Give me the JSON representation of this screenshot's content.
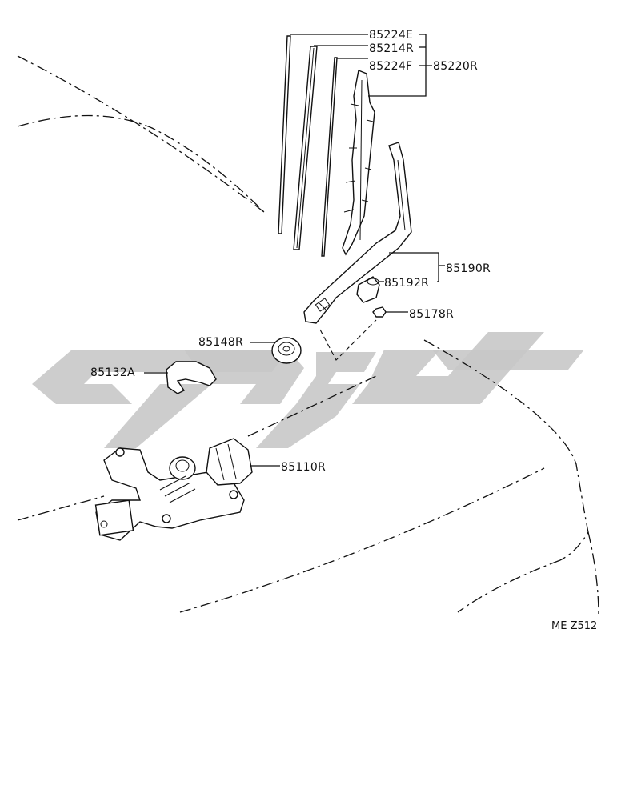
{
  "parts": [
    {
      "id": "blade-insert-e",
      "label": "85224E"
    },
    {
      "id": "blade-rubber",
      "label": "85214R"
    },
    {
      "id": "blade-insert-f",
      "label": "85224F"
    },
    {
      "id": "blade-assembly",
      "label": "85220R"
    },
    {
      "id": "wiper-arm",
      "label": "85190R"
    },
    {
      "id": "arm-cap",
      "label": "85192R"
    },
    {
      "id": "arm-nut",
      "label": "85178R"
    },
    {
      "id": "pivot-grommet",
      "label": "85148R"
    },
    {
      "id": "motor-cover",
      "label": "85132A"
    },
    {
      "id": "wiper-motor",
      "label": "85110R"
    }
  ],
  "diagram_code": "ME Z512",
  "colors": {
    "line": "#111111",
    "watermark": "#c8c8c8"
  }
}
